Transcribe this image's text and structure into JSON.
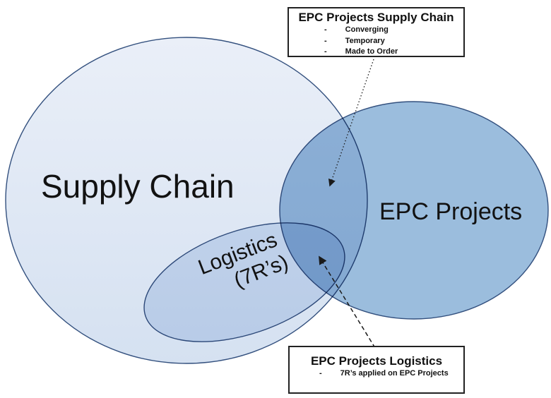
{
  "diagram": {
    "supply_chain_label": "Supply Chain",
    "epc_label": "EPC Projects",
    "logistics_label_line1": "Logistics",
    "logistics_label_line2": "(7R’s)"
  },
  "annotations": {
    "top_box": {
      "title": "EPC Projects Supply Chain",
      "bullet_marker": "-",
      "bullets": [
        "Converging",
        "Temporary",
        "Made to Order"
      ]
    },
    "bottom_box": {
      "title": "EPC Projects Logistics",
      "bullet_marker": "-",
      "bullets": [
        "7R’s applied on EPC Projects"
      ]
    }
  },
  "colors": {
    "supply_chain_fill_top": "#eaeff8",
    "supply_chain_fill_bottom": "#d5e1f1",
    "epc_fill": "#9bbddd",
    "logistics_fill": "#dce7f5",
    "ellipse_stroke": "#33507e",
    "arrow_color": "#1a1a1a",
    "box_border": "#222222",
    "text_color": "#121212"
  }
}
